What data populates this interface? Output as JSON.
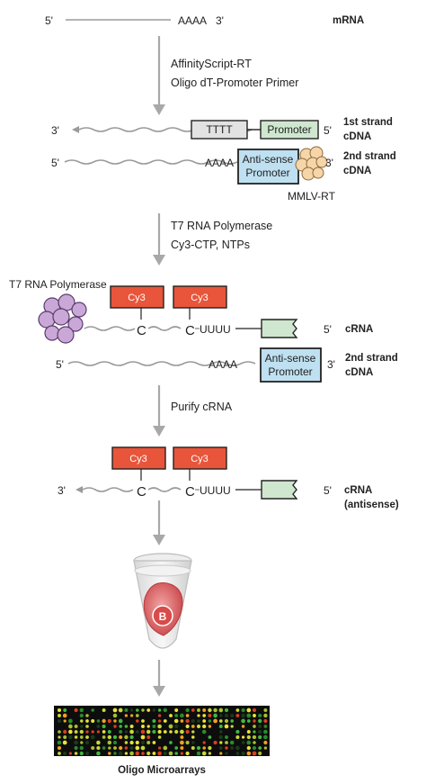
{
  "colors": {
    "cy3": "#e8553a",
    "promoter": "#cfe7cf",
    "antisense": "#bfe0f0",
    "tttt": "#e2e2e2",
    "rna_polymerase": "#c9a8d8",
    "mmlv_rt": "#f6d6a8",
    "tag": "#cfe7cf"
  },
  "mrna": {
    "five": "5'",
    "poly_a": "AAAA",
    "three": "3'",
    "label": "mRNA"
  },
  "step1": {
    "line1": "AffinityScript-RT",
    "line2": "Oligo dT-Promoter Primer"
  },
  "strand1": {
    "three": "3'",
    "tttt": "TTTT",
    "promoter": "Promoter",
    "five": "5'",
    "label1": "1st strand",
    "label2": "cDNA"
  },
  "strand2": {
    "five": "5'",
    "poly_a": "AAAA",
    "antisense1": "Anti-sense",
    "antisense2": "Promoter",
    "three": "3'",
    "label1": "2nd strand",
    "label2": "cDNA",
    "enzyme": "MMLV-RT"
  },
  "step2": {
    "line1": "T7 RNA Polymerase",
    "line2": "Cy3-CTP, NTPs"
  },
  "transcription": {
    "polymerase": "T7 RNA Polymerase",
    "cy3_a": "Cy3",
    "cy3_b": "Cy3",
    "c1": "C",
    "c2": "C",
    "uuuu": "UUUU",
    "five": "5'",
    "crna": "cRNA",
    "cdna_five": "5'",
    "poly_a": "AAAA",
    "antisense1": "Anti-sense",
    "antisense2": "Promoter",
    "cdna_three": "3'",
    "label1": "2nd strand",
    "label2": "cDNA"
  },
  "step3": {
    "line1": "Purify cRNA"
  },
  "product": {
    "cy3_a": "Cy3",
    "cy3_b": "Cy3",
    "three": "3'",
    "c1": "C",
    "c2": "C",
    "uuuu": "UUUU",
    "five": "5'",
    "label1": "cRNA",
    "label2": "(antisense)"
  },
  "tube": {
    "letter": "B"
  },
  "microarray": {
    "label": "Oligo Microarrays"
  }
}
